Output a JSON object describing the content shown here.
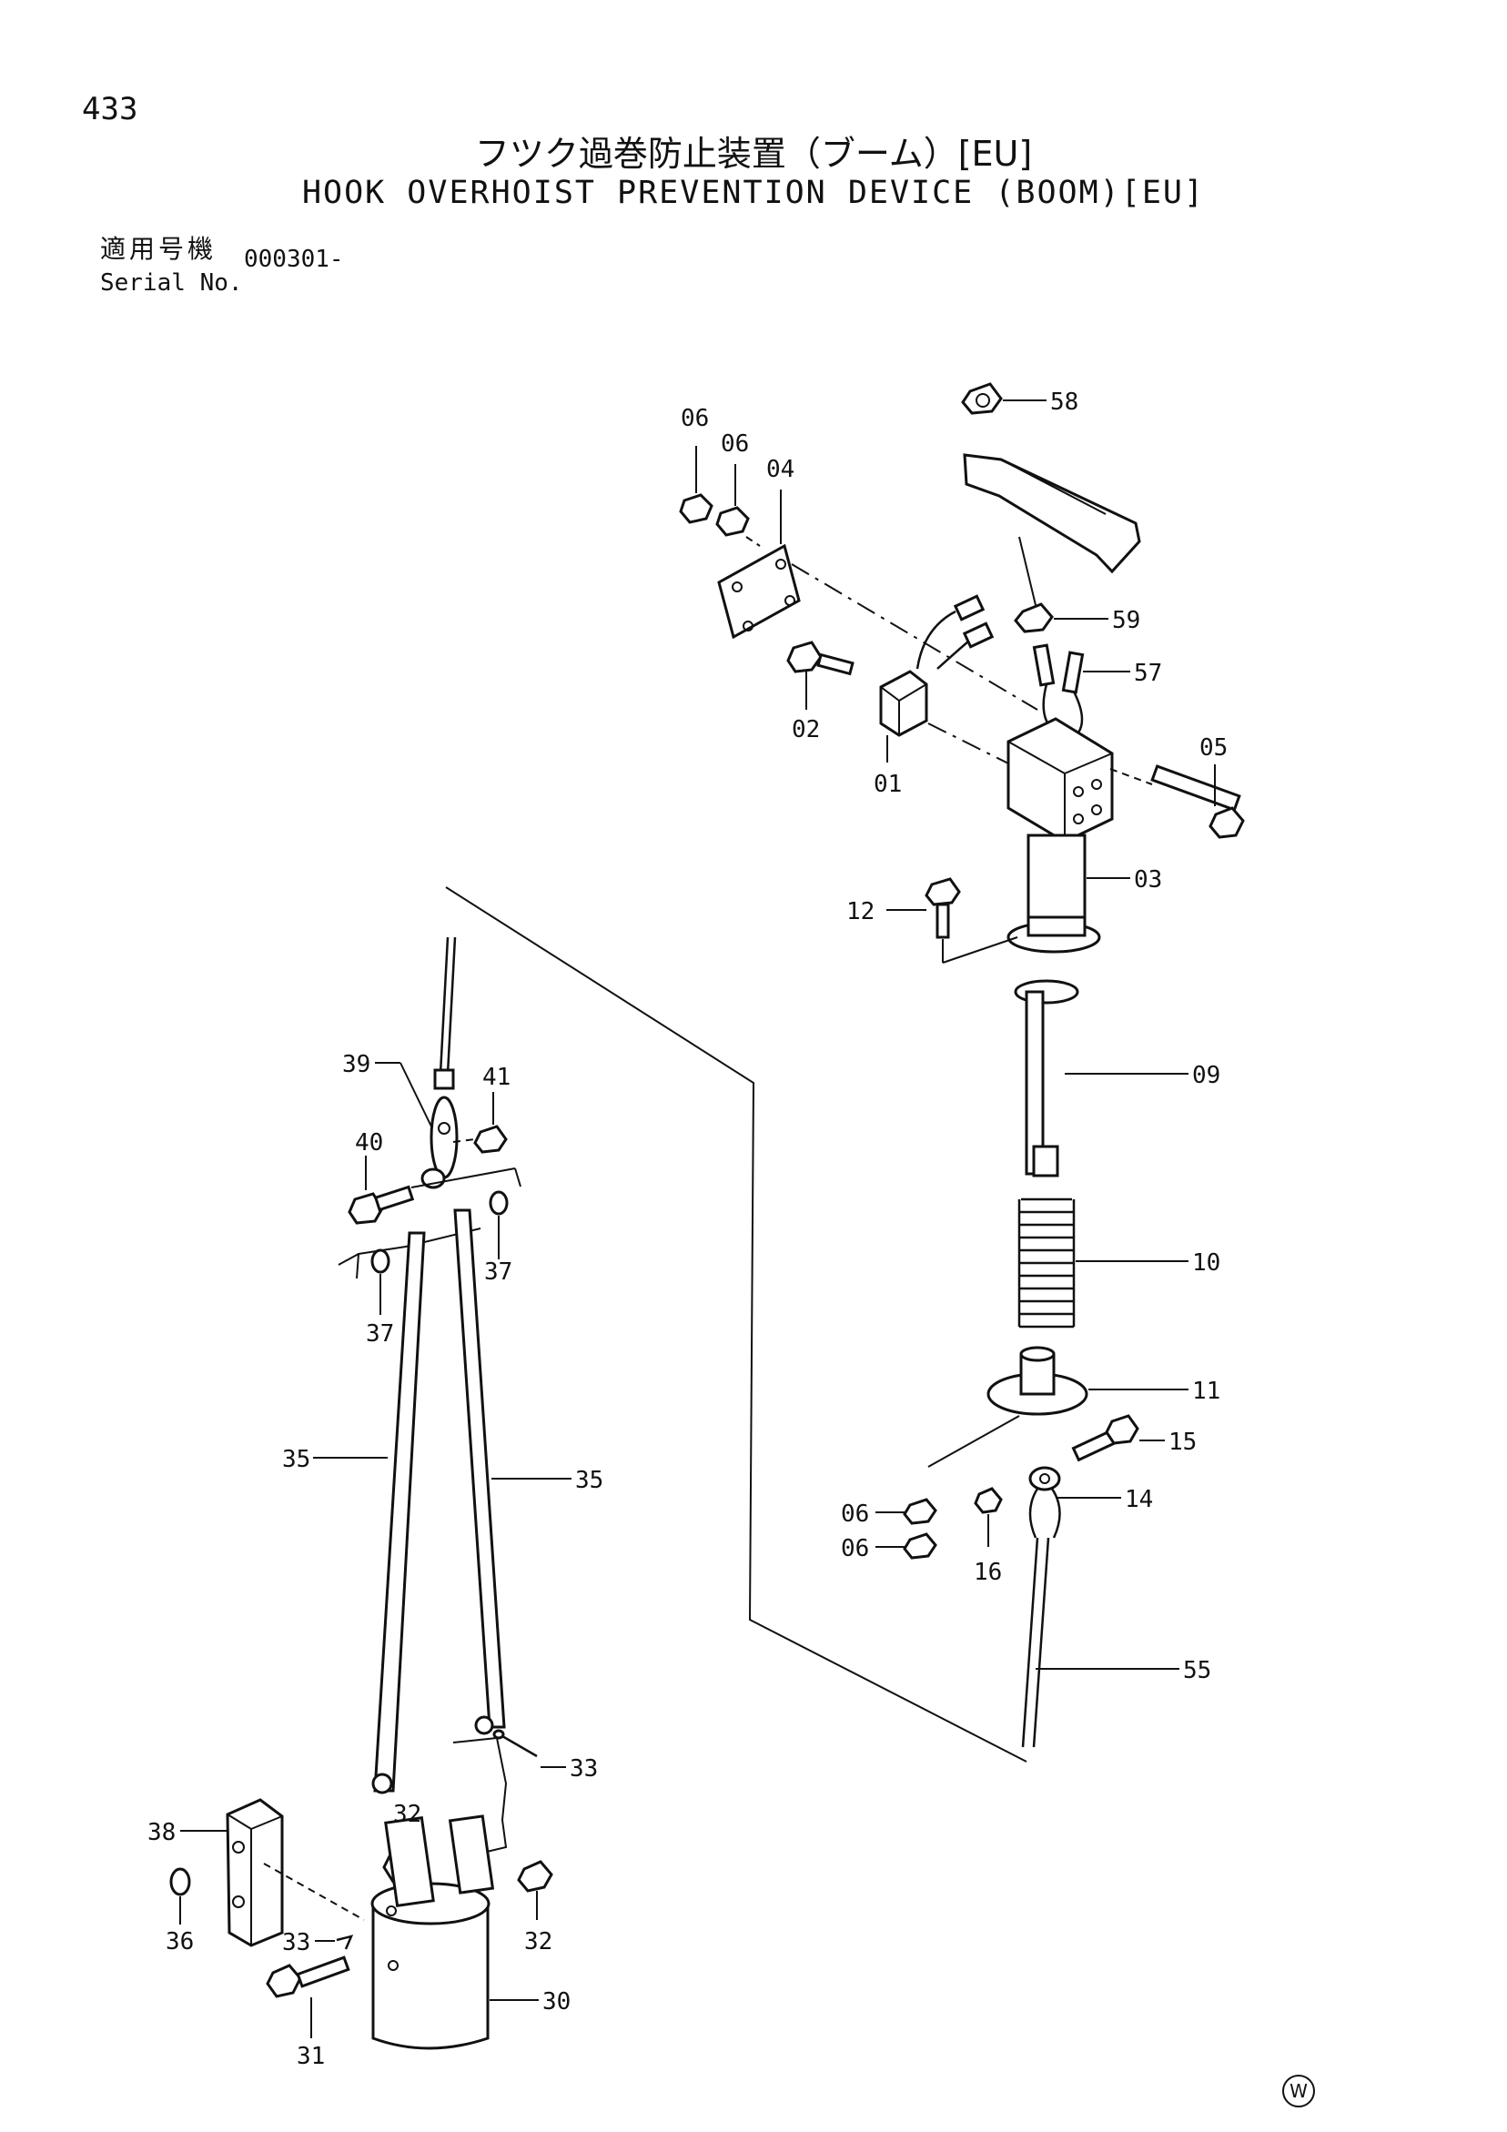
{
  "page_number": "433",
  "title_jp": "フツク過巻防止装置（ブーム）[EU]",
  "title_en": "HOOK OVERHOIST PREVENTION DEVICE (BOOM)[EU]",
  "serial_label_jp": "適用号機",
  "serial_label_en": "Serial No.",
  "serial_value": "000301-",
  "watermark": "Ⓦ",
  "parts": {
    "p01": "01",
    "p02": "02",
    "p03": "03",
    "p04": "04",
    "p05": "05",
    "p06a": "06",
    "p06b": "06",
    "p06c": "06",
    "p06d": "06",
    "p09": "09",
    "p10": "10",
    "p11": "11",
    "p12": "12",
    "p14": "14",
    "p15": "15",
    "p16": "16",
    "p30": "30",
    "p31": "31",
    "p32a": "32",
    "p32b": "32",
    "p33a": "33",
    "p33b": "33",
    "p35a": "35",
    "p35b": "35",
    "p36": "36",
    "p37a": "37",
    "p37b": "37",
    "p38": "38",
    "p39": "39",
    "p40": "40",
    "p41": "41",
    "p55": "55",
    "p57": "57",
    "p58": "58",
    "p59": "59"
  }
}
